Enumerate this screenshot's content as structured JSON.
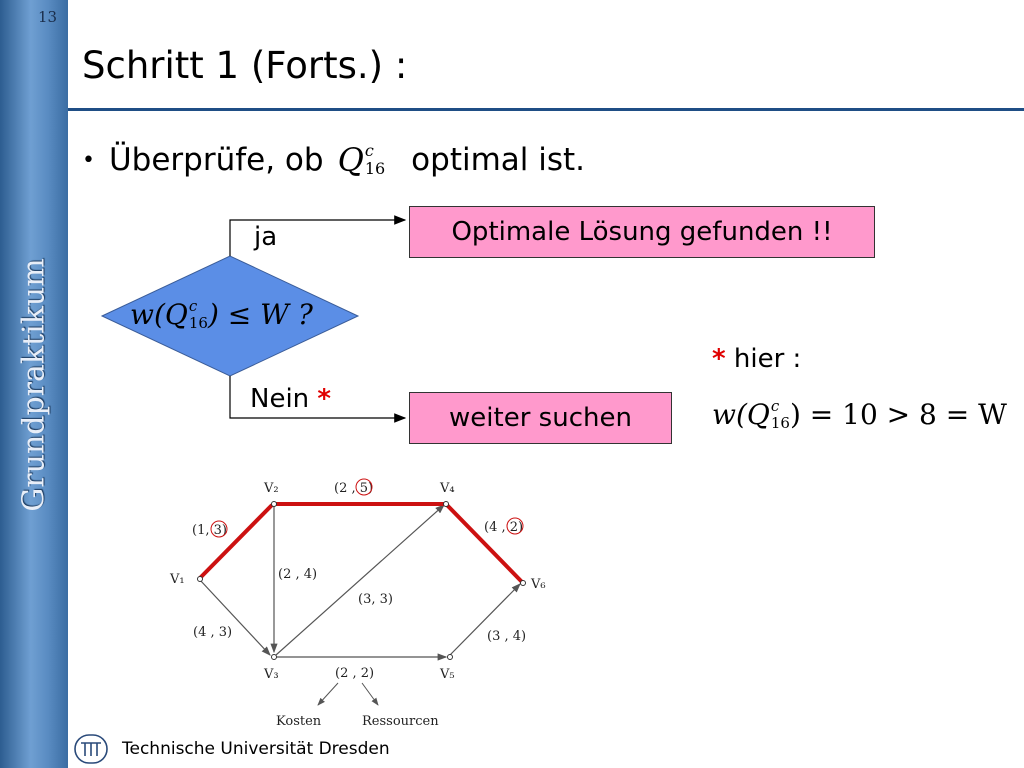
{
  "slide": {
    "page_number": "13",
    "side_label": "Grundpraktikum",
    "title": "Schritt 1 (Forts.) :",
    "bullet": {
      "prefix": "Überprüfe, ob",
      "math_base": "Q",
      "math_sup": "c",
      "math_sub": "16",
      "suffix": "optimal ist."
    },
    "flowchart": {
      "condition": {
        "w": "w(",
        "q": "Q",
        "sup": "c",
        "sub": "16",
        "rest": ") ≤ W ?"
      },
      "yes_label": "ja",
      "no_label": "Nein",
      "no_marker": "*",
      "yes_result": "Optimale Lösung gefunden !!",
      "no_result": "weiter  suchen"
    },
    "note": {
      "marker": "*",
      "label": "hier :",
      "eq_w": "w(",
      "eq_q": "Q",
      "eq_sup": "c",
      "eq_sub": "16",
      "eq_rest": ") = 10 > 8 = W"
    },
    "footer": {
      "institution": "Technische Universität Dresden"
    }
  },
  "graph": {
    "nodes": [
      {
        "id": "V1",
        "label": "V₁"
      },
      {
        "id": "V2",
        "label": "V₂"
      },
      {
        "id": "V3",
        "label": "V₃"
      },
      {
        "id": "V4",
        "label": "V₄"
      },
      {
        "id": "V5",
        "label": "V₅"
      },
      {
        "id": "V6",
        "label": "V₆"
      }
    ],
    "edges": [
      {
        "from": "V1",
        "to": "V2",
        "cost": "1",
        "resource": "3",
        "highlighted": true
      },
      {
        "from": "V2",
        "to": "V4",
        "cost": "2",
        "resource": "5",
        "highlighted": true
      },
      {
        "from": "V4",
        "to": "V6",
        "cost": "4",
        "resource": "2",
        "highlighted": true
      },
      {
        "from": "V1",
        "to": "V3",
        "cost": "4",
        "resource": "3",
        "highlighted": false
      },
      {
        "from": "V2",
        "to": "V3",
        "cost": "2",
        "resource": "4",
        "highlighted": false
      },
      {
        "from": "V3",
        "to": "V4",
        "cost": "3",
        "resource": "3",
        "highlighted": false
      },
      {
        "from": "V3",
        "to": "V5",
        "cost": "2",
        "resource": "2",
        "highlighted": false
      },
      {
        "from": "V5",
        "to": "V6",
        "cost": "3",
        "resource": "4",
        "highlighted": false
      }
    ],
    "edge_labels": {
      "V1V2": "(1, 3)",
      "V2V4": "(2 , 5)",
      "V4V6": "(4 , 2)",
      "V1V3": "(4 , 3)",
      "V2V3": "(2 , 4)",
      "V3V4": "(3, 3)",
      "V3V5": "(2 , 2)",
      "V5V6": "(3 , 4)"
    },
    "legend_cost": "Kosten",
    "legend_resource": "Ressourcen",
    "colors": {
      "highlight": "#cc1111",
      "normal": "#555555",
      "circle": "#cc1111"
    }
  }
}
